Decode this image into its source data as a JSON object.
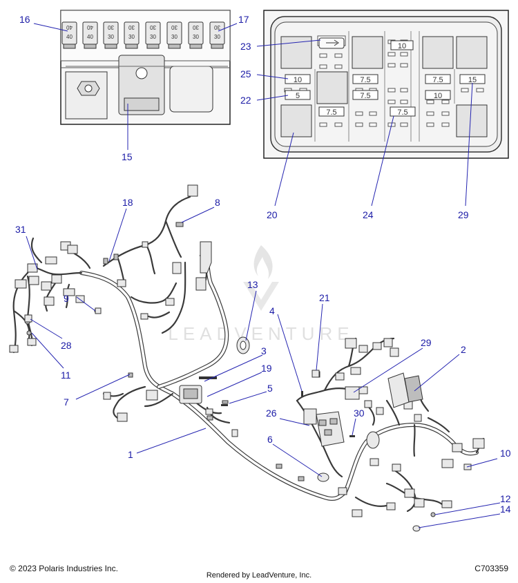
{
  "footer": {
    "copyright": "© 2023 Polaris Industries Inc.",
    "rendered_by": "Rendered by LeadVenture, Inc.",
    "drawing_code": "C703359"
  },
  "watermark": {
    "text": "LEADVENTURE"
  },
  "callouts": {
    "c1": "1",
    "c2": "2",
    "c3": "3",
    "c4": "4",
    "c5": "5",
    "c6": "6",
    "c7": "7",
    "c8": "8",
    "c9": "9",
    "c10": "10",
    "c11": "11",
    "c12": "12",
    "c13": "13",
    "c14": "14",
    "c15": "15",
    "c16": "16",
    "c17": "17",
    "c18": "18",
    "c19": "19",
    "c20": "20",
    "c21": "21",
    "c22": "22",
    "c23": "23",
    "c24": "24",
    "c25": "25",
    "c26": "26",
    "c28": "28",
    "c29": "29",
    "c29b": "29",
    "c30": "30",
    "c31": "31"
  },
  "fuse_strip": {
    "top_values": [
      "40",
      "40",
      "30",
      "30",
      "30",
      "30",
      "30",
      "30"
    ],
    "bottom_values": [
      "40",
      "40",
      "30",
      "30",
      "30",
      "30",
      "30",
      "30"
    ]
  },
  "fuse_box": {
    "labels": {
      "f10_top": "10",
      "f10_left": "10",
      "f5_left": "5",
      "f7_5_a": "7.5",
      "f7_5_b": "7.5",
      "f7_5_c": "7.5",
      "f7_5_d": "7.5",
      "f7_5_e": "7.5",
      "f10_right": "10",
      "f15_right": "15"
    }
  },
  "colors": {
    "callout": "#1a1aa6",
    "line_art": "#333333"
  }
}
